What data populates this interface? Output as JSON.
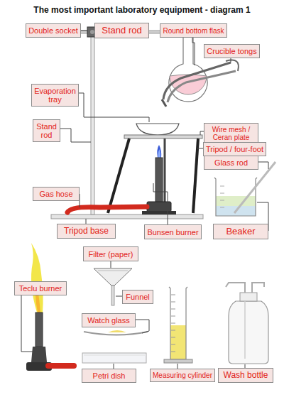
{
  "diagram": {
    "title": "The most important laboratory equipment - diagram 1",
    "nodes": [
      {
        "text": [
          "Double socket"
        ]
      },
      {
        "text": [
          "Stand rod"
        ]
      },
      {
        "text": [
          "Round bottom flask"
        ]
      },
      {
        "text": [
          "Crucible tongs"
        ]
      },
      {
        "text": [
          "Evaporation tray"
        ]
      },
      {
        "text": [
          "Wire mesh / Ceran plate"
        ]
      },
      {
        "text": [
          "Stand rod"
        ]
      },
      {
        "text": [
          "Tripod / four-foot"
        ]
      },
      {
        "text": [
          "Glass rod"
        ]
      },
      {
        "text": [
          "Gas hose"
        ]
      },
      {
        "text": [
          "Tripod base"
        ]
      },
      {
        "text": [
          "Bunsen burner"
        ]
      },
      {
        "text": [
          "Beaker"
        ]
      },
      {
        "text": [
          "Teclu burner"
        ]
      },
      {
        "text": [
          "Filter (paper)"
        ]
      },
      {
        "text": [
          "Funnel"
        ]
      },
      {
        "text": [
          "Watch glass"
        ]
      },
      {
        "text": [
          "Petri dish"
        ]
      },
      {
        "text": [
          "Measuring cylinder"
        ]
      },
      {
        "text": [
          "Wash bottle"
        ]
      }
    ]
  }
}
